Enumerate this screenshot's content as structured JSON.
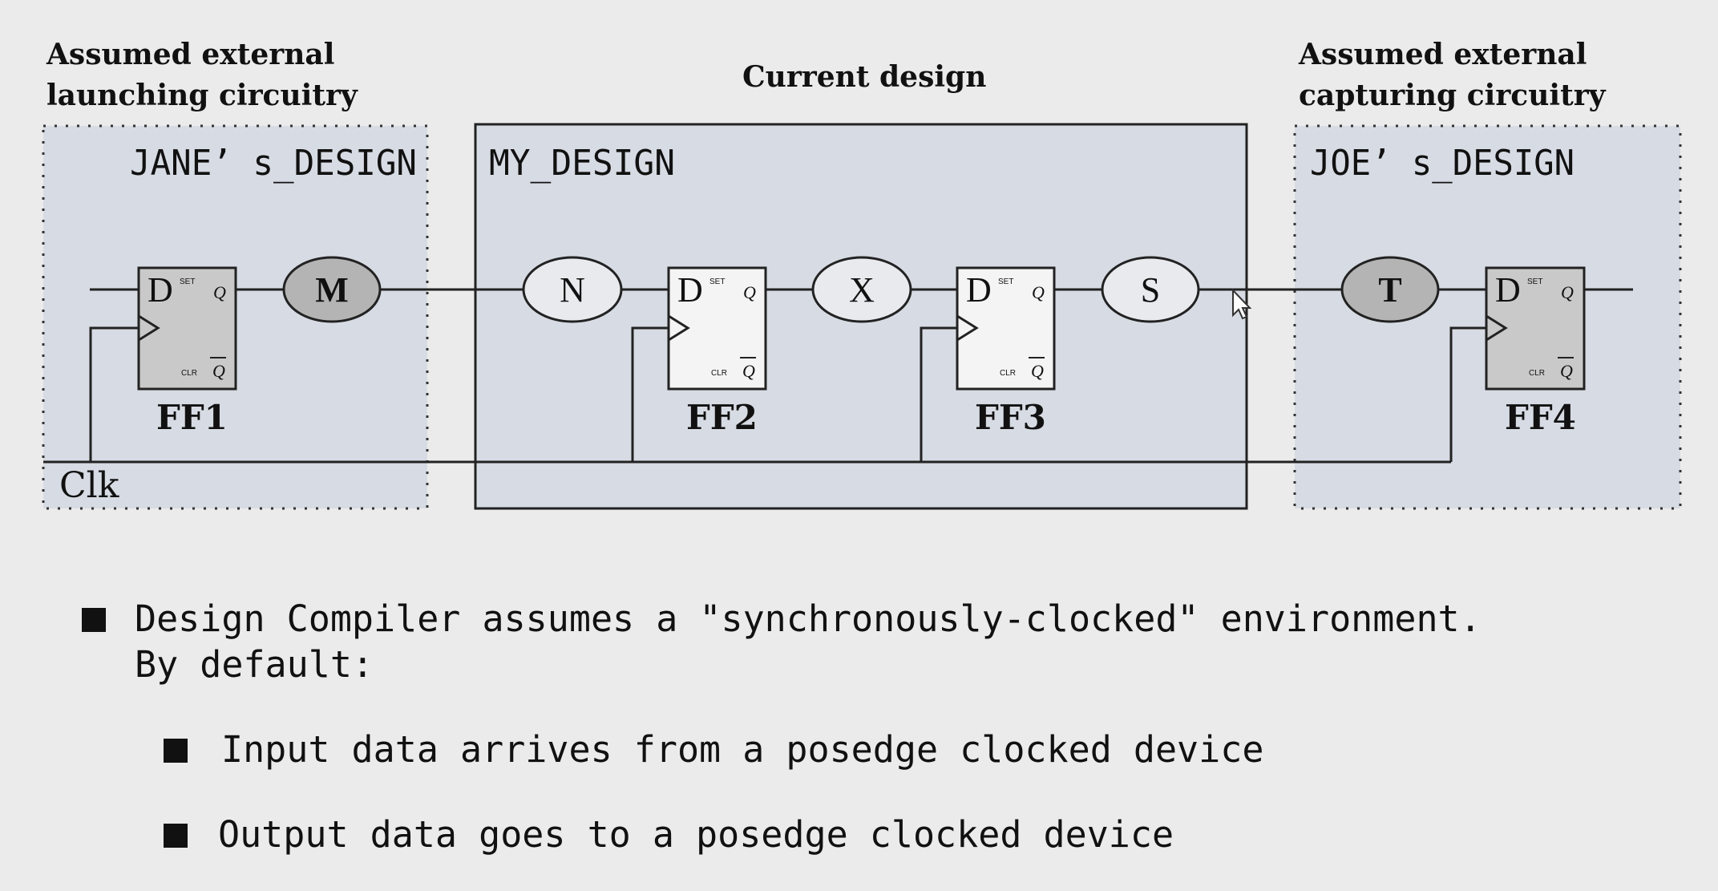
{
  "headers": {
    "launch_line1": "Assumed external",
    "launch_line2": "launching circuitry",
    "current": "Current design",
    "capture_line1": "Assumed external",
    "capture_line2": "capturing circuitry"
  },
  "boxes": {
    "jane": "JANE’ s_DESIGN",
    "my": "MY_DESIGN",
    "joe": "JOE’ s_DESIGN"
  },
  "flipflops": {
    "ff1": "FF1",
    "ff2": "FF2",
    "ff3": "FF3",
    "ff4": "FF4",
    "d_label": "D",
    "set_label": "SET",
    "clr_label": "CLR",
    "q_label": "Q"
  },
  "nodes": {
    "m": "M",
    "n": "N",
    "x": "X",
    "s": "S",
    "t": "T"
  },
  "clock_label": "Clk",
  "bullets": {
    "main_line1": "Design Compiler assumes a \"synchronously-clocked\" environment.",
    "main_line2": "By default:",
    "sub1": "Input data arrives from a posedge clocked device",
    "sub2": "Output data goes to a posedge clocked device"
  },
  "colors": {
    "background": "#ebebeb",
    "box_fill": "#d7dbe3",
    "external_ff_fill": "#c9c9c9",
    "current_ff_fill": "#f4f4f4",
    "external_node_fill": "#b4b4b4",
    "current_node_fill": "#e8eaee"
  }
}
